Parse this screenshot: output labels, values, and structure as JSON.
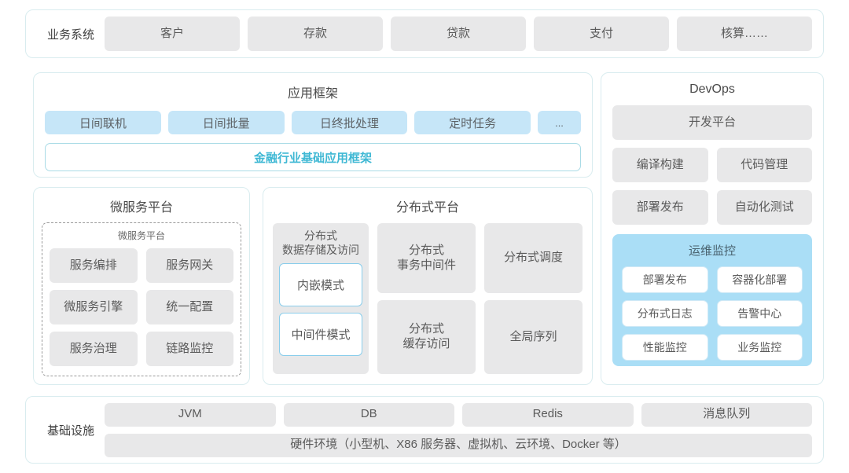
{
  "business_systems": {
    "label": "业务系统",
    "items": [
      "客户",
      "存款",
      "贷款",
      "支付",
      "核算……"
    ]
  },
  "app_framework": {
    "title": "应用框架",
    "tags": [
      "日间联机",
      "日间批量",
      "日终批处理",
      "定时任务",
      "..."
    ],
    "framework_bar": "金融行业基础应用框架",
    "framework_bar_color": "#3fb8d4"
  },
  "microservice_platform": {
    "title": "微服务平台",
    "inner_title": "微服务平台",
    "items": [
      "服务编排",
      "服务网关",
      "微服务引擎",
      "统一配置",
      "服务治理",
      "链路监控"
    ]
  },
  "distributed_platform": {
    "title": "分布式平台",
    "column1": {
      "head": "分布式\n数据存储及访问",
      "head_line1": "分布式",
      "head_line2": "数据存储及访问",
      "modes": [
        "内嵌模式",
        "中间件模式"
      ]
    },
    "cells": [
      {
        "line1": "分布式",
        "line2": "事务中间件"
      },
      {
        "line1": "分布式调度",
        "line2": ""
      },
      {
        "line1": "分布式",
        "line2": "缓存访问"
      },
      {
        "line1": "全局序列",
        "line2": ""
      }
    ]
  },
  "devops": {
    "title": "DevOps",
    "platform": "开发平台",
    "items": [
      "编译构建",
      "代码管理",
      "部署发布",
      "自动化测试"
    ],
    "ops_monitor": {
      "title": "运维监控",
      "items": [
        "部署发布",
        "容器化部署",
        "分布式日志",
        "告警中心",
        "性能监控",
        "业务监控"
      ]
    }
  },
  "infrastructure": {
    "label": "基础设施",
    "items": [
      "JVM",
      "DB",
      "Redis",
      "消息队列"
    ],
    "hardware": "硬件环境（小型机、X86 服务器、虚拟机、云环境、Docker 等）"
  },
  "colors": {
    "gray_chip": "#e8e8e9",
    "blue_chip": "#c6e6f8",
    "panel_border": "#d9ecef",
    "ops_panel_bg": "#aadef6",
    "accent_teal": "#3fb8d4"
  }
}
